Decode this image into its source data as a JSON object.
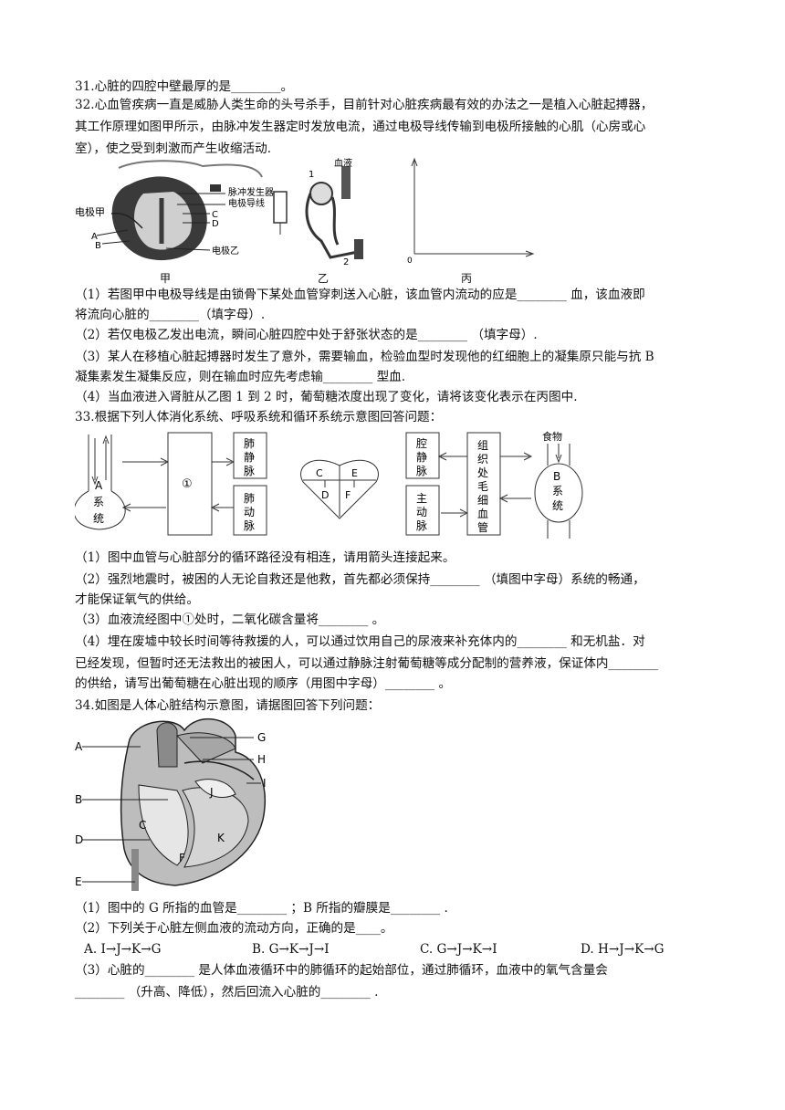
{
  "q31": "31.心脏的四腔中壁最厚的是________。",
  "q32": {
    "l1": "32.心血管疾病一直是威胁人类生命的头号杀手，目前针对心脏疾病最有效的办法之一是植入心脏起搏器，",
    "l2": "其工作原理如图甲所示，由脉冲发生器定时发放电流，通过电极导线传输到电极所接触的心肌（心房或心",
    "l3": "室），使之受到刺激而产生收缩活动.",
    "fig_labels": {
      "electrode_a": "电极甲",
      "pulse": "脉冲发生器",
      "wire": "电极导线",
      "electrode_b": "电极乙",
      "A": "A",
      "B": "B",
      "C": "C",
      "D": "D",
      "blood": "血液",
      "n1": "1",
      "n2": "2",
      "origin": "0",
      "cap_jia": "甲",
      "cap_yi": "乙",
      "cap_bing": "丙"
    },
    "s1a": "（1）若图甲中电极导线是由锁骨下某处血管穿刺送入心脏，该血管内流动的应是________ 血，该血液即",
    "s1b": "将流向心脏的________（填字母）.",
    "s2": "（2）若仅电极乙发出电流，瞬间心脏四腔中处于舒张状态的是________ （填字母）.",
    "s3a": "（3）某人在移植心脏起搏器时发生了意外，需要输血，检验血型时发现他的红细胞上的凝集原只能与抗 B",
    "s3b": "凝集素发生凝集反应，则在输血时应先考虑输________ 型血.",
    "s4": "（4）当血液进入肾脏从乙图 1 到 2 时，葡萄糖浓度出现了变化，请将该变化表示在丙图中."
  },
  "q33": {
    "title": "33.根据下列人体消化系统、呼吸系统和循环系统示意图回答问题：",
    "fig": {
      "A_sys": [
        "A",
        "系",
        "统"
      ],
      "circle1": "①",
      "pulm_vein": [
        "肺",
        "静",
        "脉"
      ],
      "pulm_artery": [
        "肺",
        "动",
        "脉"
      ],
      "heart": [
        "C",
        "E",
        "D",
        "F"
      ],
      "vena": [
        "腔",
        "静",
        "脉"
      ],
      "aorta": [
        "主",
        "动",
        "脉"
      ],
      "tissue": [
        "组",
        "织",
        "处",
        "毛",
        "细",
        "血",
        "管"
      ],
      "food": "食物",
      "B_sys": [
        "B",
        "系",
        "统"
      ]
    },
    "s1": "（1）图中血管与心脏部分的循环路径没有相连，请用箭头连接起来。",
    "s2a": "（2）强烈地震时，被困的人无论自救还是他救，首先都必须保持________ （填图中字母）系统的畅通，",
    "s2b": "才能保证氧气的供给。",
    "s3": "（3）血液流经图中①处时，二氧化碳含量将________ 。",
    "s4a": "（4）埋在废墟中较长时间等待救援的人，可以通过饮用自己的尿液来补充体内的________ 和无机盐．对",
    "s4b": "已经发现，但暂时还无法救出的被困人，可以通过静脉注射葡萄糖等成分配制的营养液，保证体内________",
    "s4c": "的供给，请写出葡萄糖在心脏出现的顺序（用图中字母）________ 。"
  },
  "q34": {
    "title": "34.如图是人体心脏结构示意图，请据图回答下列问题：",
    "fig_labels": [
      "A",
      "B",
      "C",
      "D",
      "E",
      "F",
      "G",
      "H",
      "I",
      "J",
      "K"
    ],
    "s1": "（1）图中的 G 所指的血管是________ ；B 所指的瓣膜是________ .",
    "s2": "（2）下列关于心脏左侧血液的流动方向，正确的是____。",
    "options": [
      "A. I→J→K→G",
      "B. G→K→J→I",
      "C. G→J→K→I",
      "D. H→J→K→G"
    ],
    "s3a": "（3）心脏的________ 是人体血液循环中的肺循环的起始部位，通过肺循环，血液中的氧气含量会",
    "s3b": "________ （升高、降低），然后回流入心脏的________ ."
  }
}
